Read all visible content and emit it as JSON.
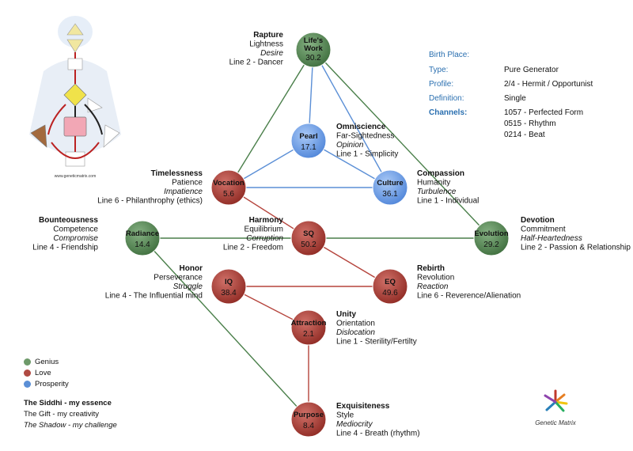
{
  "info": {
    "birth_place_label": "Birth Place:",
    "rows": [
      {
        "label": "Type:",
        "value": "Pure Generator"
      },
      {
        "label": "Profile:",
        "value": "2/4 - Hermit / Opportunist"
      },
      {
        "label": "Definition:",
        "value": "Single"
      }
    ],
    "channels_label": "Channels:",
    "channels": [
      "1057 - Perfected Form",
      "0515 - Rhythm",
      "0214 - Beat"
    ]
  },
  "colors": {
    "genius": "#5e8f5c",
    "love": "#b5443c",
    "prosperity": "#5b8fd6",
    "line": "#4a7f4a"
  },
  "legend": [
    {
      "label": "Genius",
      "color": "#6e9a6a"
    },
    {
      "label": "Love",
      "color": "#b04a42"
    },
    {
      "label": "Prosperity",
      "color": "#5b8fd6"
    }
  ],
  "key": {
    "siddhi": "The Siddhi - my essence",
    "gift": "The Gift - my creativity",
    "shadow": "The Shadow - my challenge"
  },
  "logo": {
    "text": "Genetic Matrix"
  },
  "bodygraph": {
    "caption": "www.geneticmatrix.com"
  },
  "nodes": [
    {
      "id": "lifes-work",
      "title": [
        "Life's",
        "Work"
      ],
      "value": "30.2",
      "group": "genius",
      "label": {
        "siddhi": "Rapture",
        "gift": "Lightness",
        "shadow": "Desire",
        "line": "Line 2 - Dancer"
      }
    },
    {
      "id": "pearl",
      "title": [
        "Pearl"
      ],
      "value": "17.1",
      "group": "prosperity",
      "label": {
        "siddhi": "Omniscience",
        "gift": "Far-Sightedness",
        "shadow": "Opinion",
        "line": "Line 1 - Simplicity"
      }
    },
    {
      "id": "vocation",
      "title": [
        "Vocation"
      ],
      "value": "5.6",
      "group": "love",
      "label": {
        "siddhi": "Timelessness",
        "gift": "Patience",
        "shadow": "Impatience",
        "line": "Line 6 - Philanthrophy (ethics)"
      }
    },
    {
      "id": "culture",
      "title": [
        "Culture"
      ],
      "value": "36.1",
      "group": "prosperity",
      "label": {
        "siddhi": "Compassion",
        "gift": "Humanity",
        "shadow": "Turbulence",
        "line": "Line 1 - Individual"
      }
    },
    {
      "id": "radiance",
      "title": [
        "Radiance"
      ],
      "value": "14.4",
      "group": "genius",
      "label": {
        "siddhi": "Bounteousness",
        "gift": "Competence",
        "shadow": "Compromise",
        "line": "Line 4 - Friendship"
      }
    },
    {
      "id": "sq",
      "title": [
        "SQ"
      ],
      "value": "50.2",
      "group": "love",
      "label": {
        "siddhi": "Harmony",
        "gift": "Equilibrium",
        "shadow": "Corruption",
        "line": "Line 2 - Freedom"
      }
    },
    {
      "id": "evolution",
      "title": [
        "Evolution"
      ],
      "value": "29.2",
      "group": "genius",
      "label": {
        "siddhi": "Devotion",
        "gift": "Commitment",
        "shadow": "Half-Heartedness",
        "line": "Line 2 - Passion & Relationship"
      }
    },
    {
      "id": "iq",
      "title": [
        "IQ"
      ],
      "value": "38.4",
      "group": "love",
      "label": {
        "siddhi": "Honor",
        "gift": "Perseverance",
        "shadow": "Struggle",
        "line": "Line 4 - The Influential mind"
      }
    },
    {
      "id": "eq",
      "title": [
        "EQ"
      ],
      "value": "49.6",
      "group": "love",
      "label": {
        "siddhi": "Rebirth",
        "gift": "Revolution",
        "shadow": "Reaction",
        "line": "Line 6 - Reverence/Alienation"
      }
    },
    {
      "id": "attraction",
      "title": [
        "Attraction"
      ],
      "value": "2.1",
      "group": "love",
      "label": {
        "siddhi": "Unity",
        "gift": "Orientation",
        "shadow": "Dislocation",
        "line": "Line 1 - Sterility/Fertilty"
      }
    },
    {
      "id": "purpose",
      "title": [
        "Purpose"
      ],
      "value": "8.4",
      "group": "love",
      "label": {
        "siddhi": "Exquisiteness",
        "gift": "Style",
        "shadow": "Mediocrity",
        "line": "Line 4 - Breath (rhythm)"
      }
    }
  ]
}
